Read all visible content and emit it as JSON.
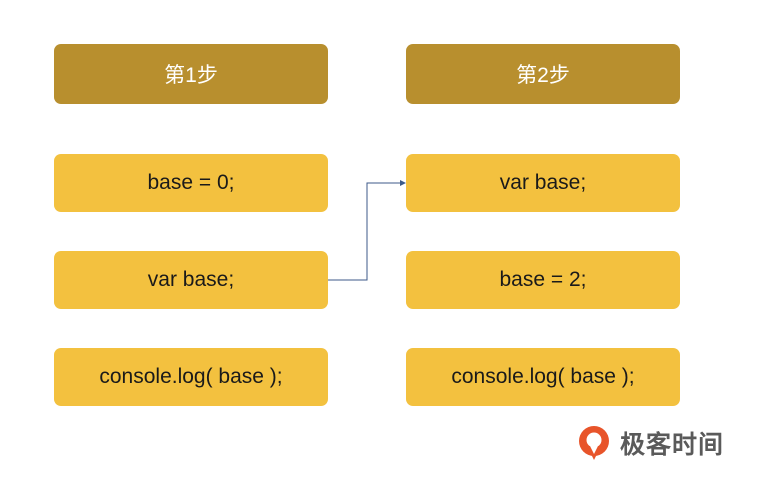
{
  "columns": [
    {
      "header": "第1步",
      "steps": [
        "base = 0;",
        "var base;",
        "console.log( base );"
      ]
    },
    {
      "header": "第2步",
      "steps": [
        "var base;",
        "base = 2;",
        "console.log( base );"
      ]
    }
  ],
  "connector": {
    "from": "var base;",
    "to": "var base;",
    "color": "#3d5a8a"
  },
  "logo": {
    "text": "极客时间",
    "icon": "geektime-logo-icon"
  },
  "colors": {
    "header": "#b88f2e",
    "step": "#f3c13f",
    "logo_mark": "#e8542a"
  }
}
